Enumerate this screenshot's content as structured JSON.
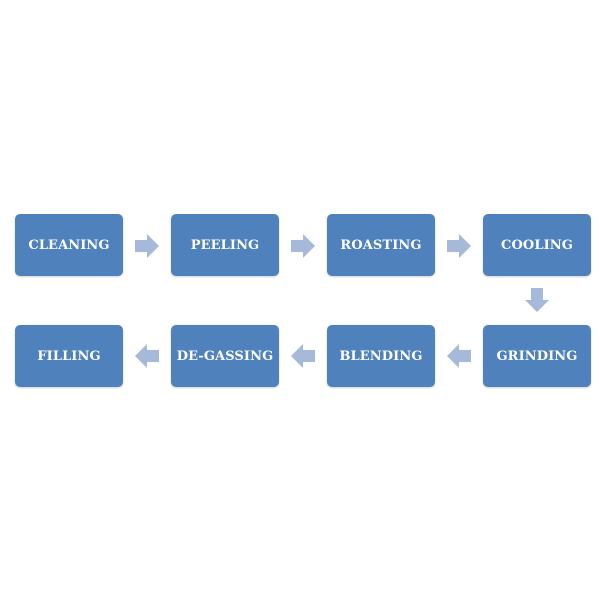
{
  "diagram": {
    "steps": [
      {
        "label": "CLEANING"
      },
      {
        "label": "PEELING"
      },
      {
        "label": "ROASTING"
      },
      {
        "label": "COOLING"
      },
      {
        "label": "GRINDING"
      },
      {
        "label": "BLENDING"
      },
      {
        "label": "DE-GASSING"
      },
      {
        "label": "FILLING"
      }
    ],
    "colors": {
      "box_fill": "#4f81bd",
      "box_text": "#ffffff",
      "arrow_fill": "#a7b9d9"
    }
  }
}
